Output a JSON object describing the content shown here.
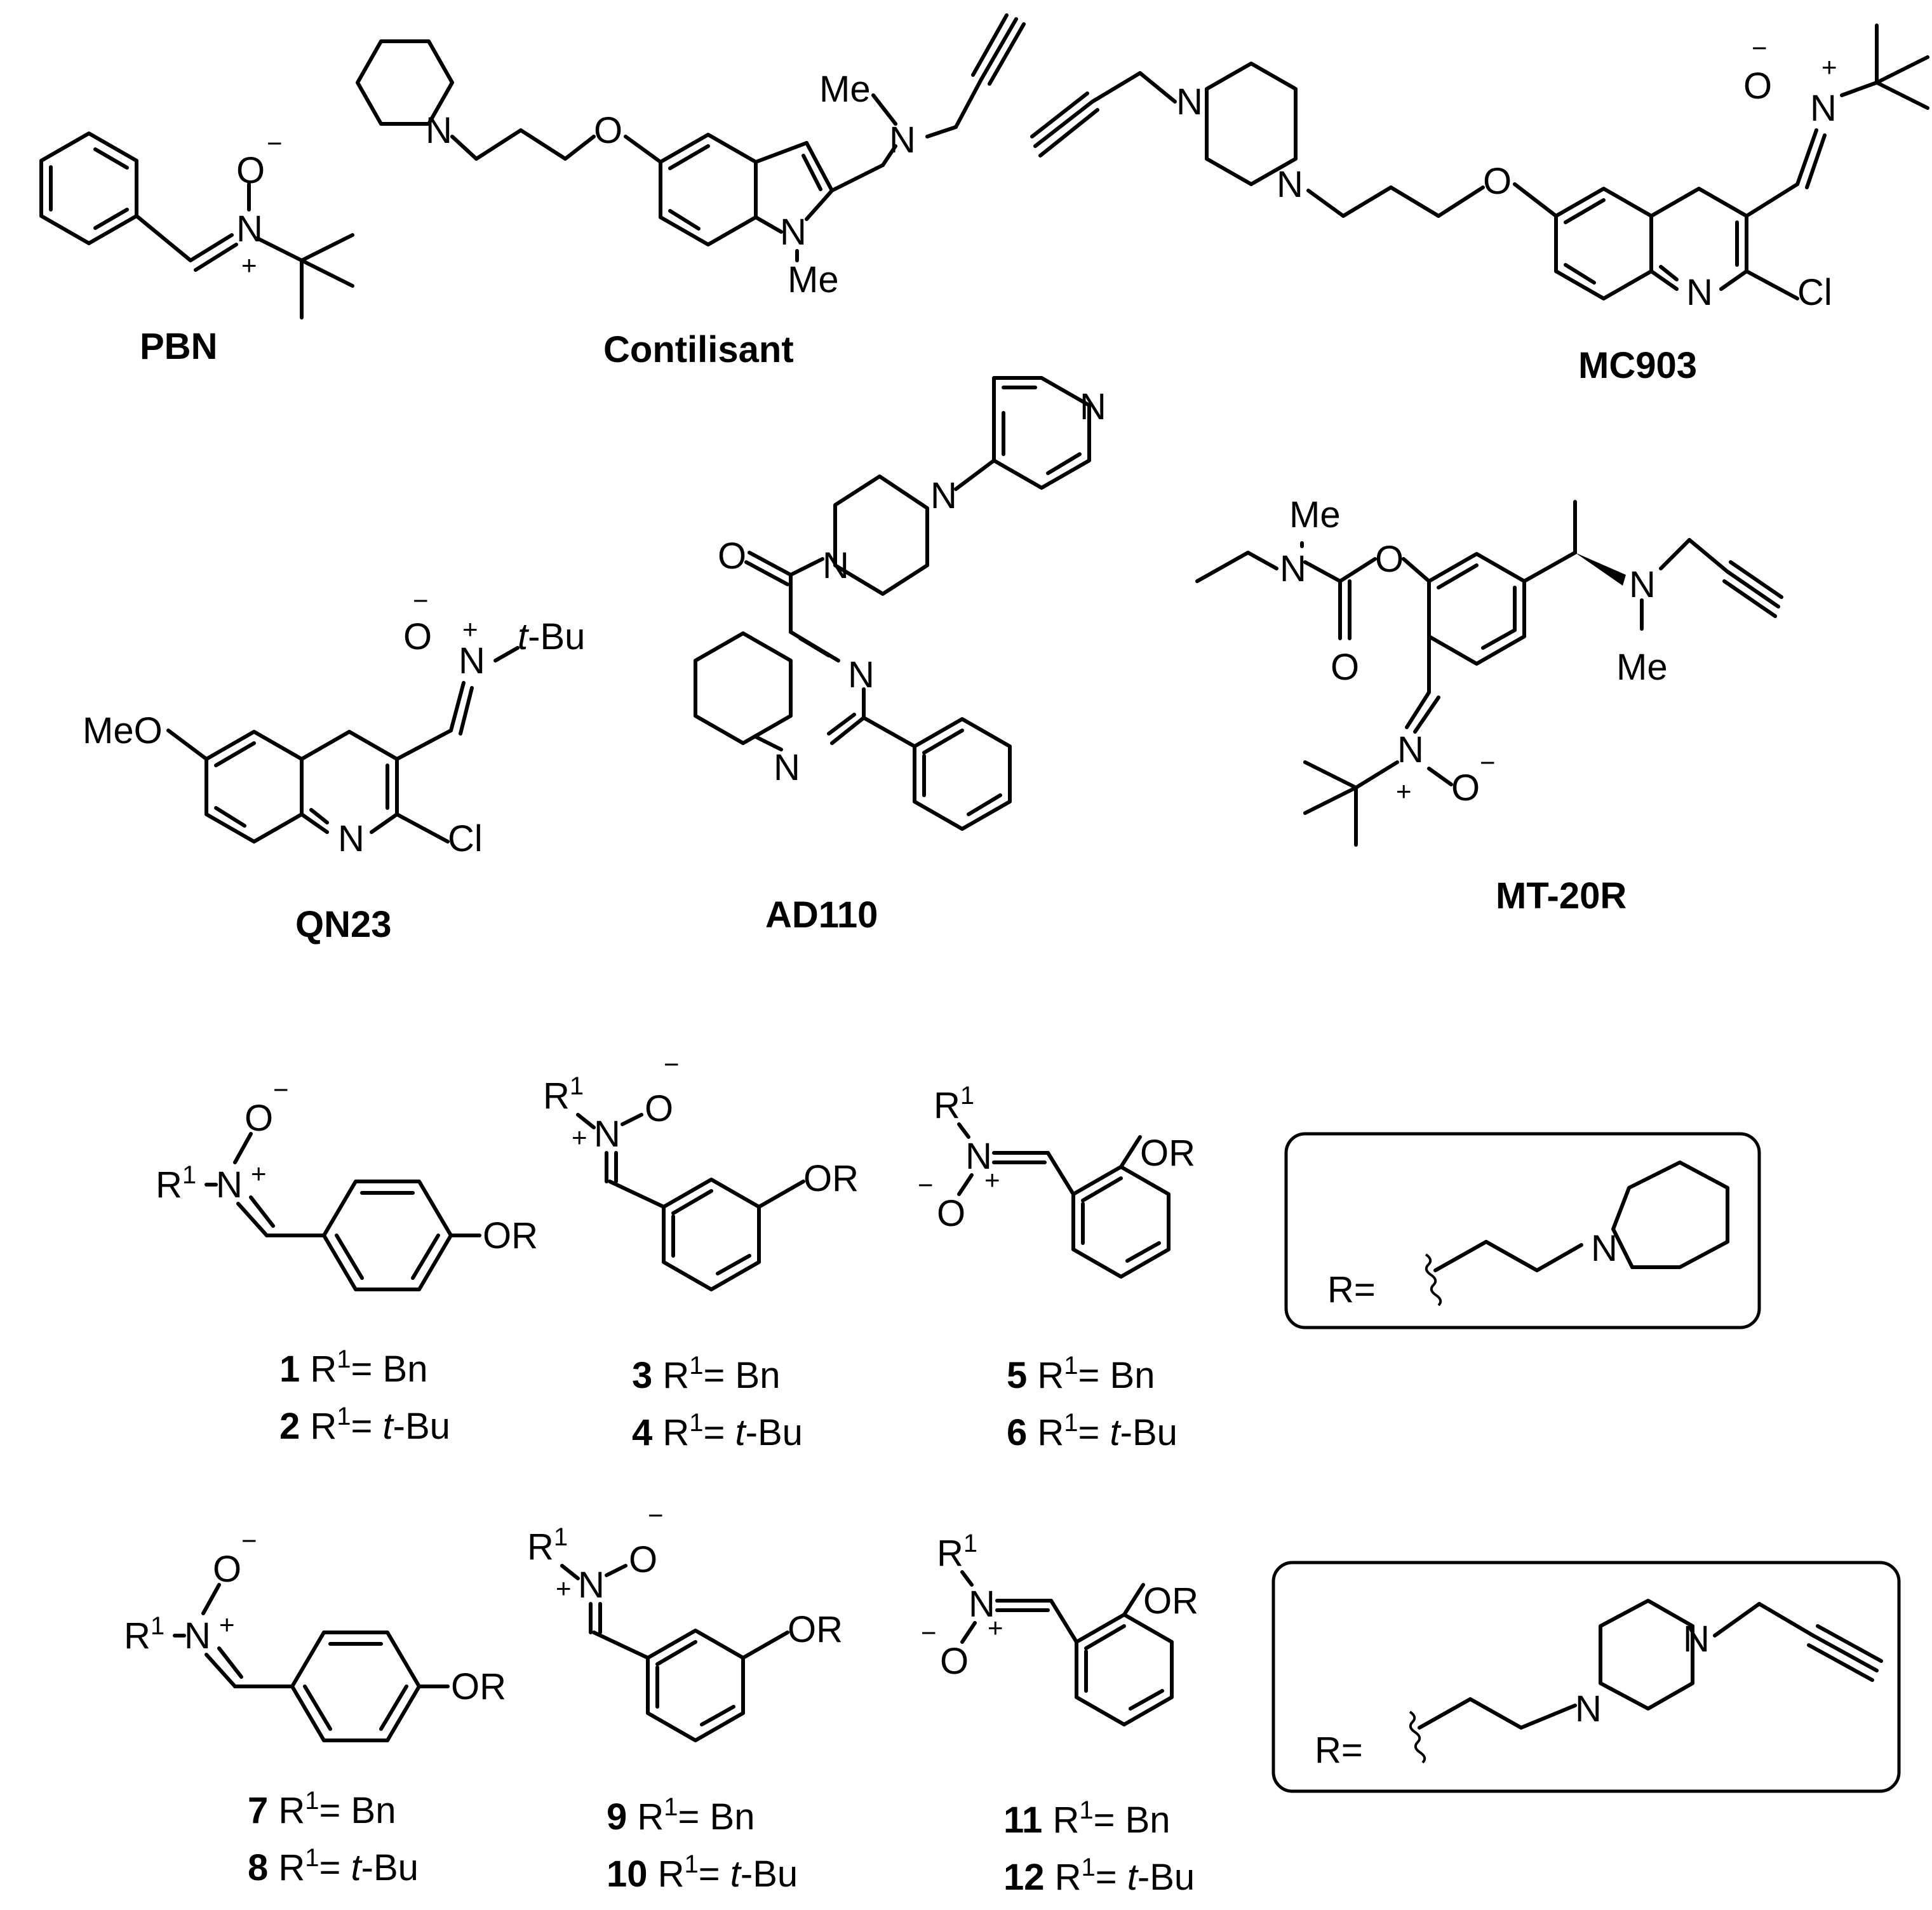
{
  "compounds": {
    "pbn": "PBN",
    "contilisant": "Contilisant",
    "mc903": "MC903",
    "qn23": "QN23",
    "ad110": "AD110",
    "mt20r": "MT-20R"
  },
  "captions": [
    {
      "num": "1",
      "r": "R",
      "sup": "1",
      "eq": "= ",
      "val": "Bn",
      "italic": ""
    },
    {
      "num": "2",
      "r": "R",
      "sup": "1",
      "eq": "= ",
      "val": "-Bu",
      "italic": "t"
    },
    {
      "num": "3",
      "r": "R",
      "sup": "1",
      "eq": "= ",
      "val": "Bn",
      "italic": ""
    },
    {
      "num": "4",
      "r": "R",
      "sup": "1",
      "eq": "= ",
      "val": "-Bu",
      "italic": "t"
    },
    {
      "num": "5",
      "r": "R",
      "sup": "1",
      "eq": "= ",
      "val": "Bn",
      "italic": ""
    },
    {
      "num": "6",
      "r": "R",
      "sup": "1",
      "eq": "= ",
      "val": "-Bu",
      "italic": "t"
    },
    {
      "num": "7",
      "r": "R",
      "sup": "1",
      "eq": "= ",
      "val": "Bn",
      "italic": ""
    },
    {
      "num": "8",
      "r": "R",
      "sup": "1",
      "eq": "= ",
      "val": "-Bu",
      "italic": "t"
    },
    {
      "num": "9",
      "r": "R",
      "sup": "1",
      "eq": "= ",
      "val": "Bn",
      "italic": ""
    },
    {
      "num": "10",
      "r": "R",
      "sup": "1",
      "eq": "= ",
      "val": "-Bu",
      "italic": "t"
    },
    {
      "num": "11",
      "r": "R",
      "sup": "1",
      "eq": "= ",
      "val": "Bn",
      "italic": ""
    },
    {
      "num": "12",
      "r": "R",
      "sup": "1",
      "eq": "= ",
      "val": "-Bu",
      "italic": "t"
    }
  ],
  "atoms": {
    "O": "O",
    "N": "N",
    "Cl": "Cl",
    "Me": "Me",
    "MeO": "MeO",
    "OR": "OR",
    "R": "R",
    "sup1": "1",
    "R_eq": "R=",
    "tBu_t": "t",
    "tBu_rest": "-Bu",
    "plus": "+",
    "minus": "−"
  }
}
